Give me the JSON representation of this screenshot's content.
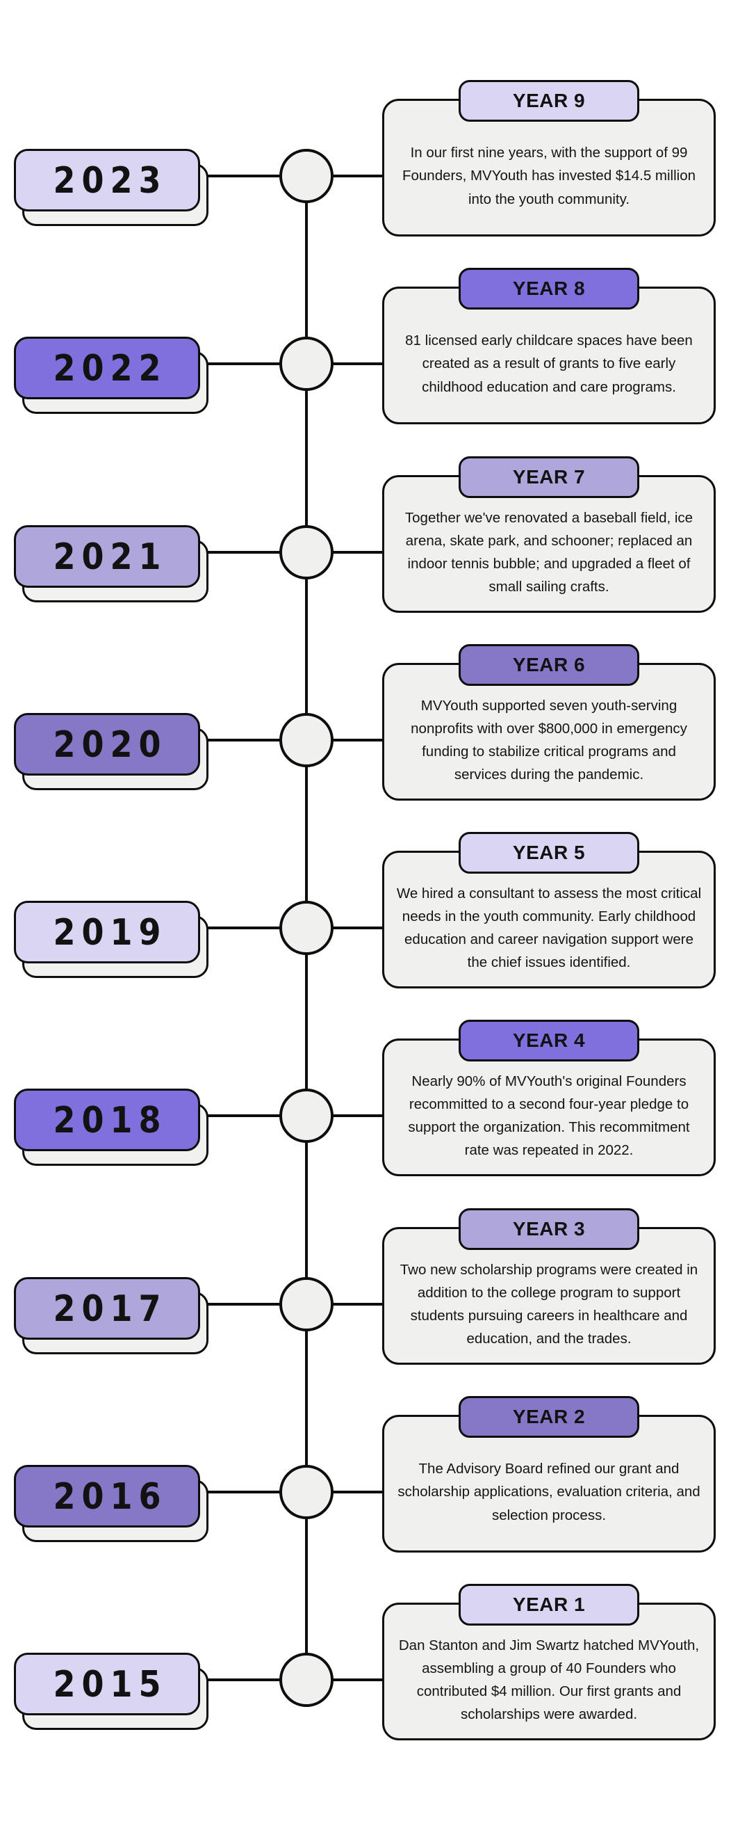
{
  "page": {
    "background": "#ffffff",
    "kind": "vertical-timeline-infographic"
  },
  "palette": {
    "light": "#dbd5f4",
    "bright": "#7f70dd",
    "mid": "#afa7db",
    "dark": "#8678c6",
    "card_bg": "#f0f0ee",
    "node_bg": "#f0f0ee",
    "shadow_bg": "#f1f1ef",
    "outline": "#0d0d0d",
    "text": "#141414"
  },
  "timeline": {
    "rows": [
      {
        "year": "2023",
        "badge": "YEAR 9",
        "tone": "light",
        "description": "In our first nine years, with the support of 99 Founders, MVYouth has invested $14.5 million into the youth community."
      },
      {
        "year": "2022",
        "badge": "YEAR 8",
        "tone": "bright",
        "description": "81 licensed early childcare spaces have been created as a result of grants to five early childhood education and care programs."
      },
      {
        "year": "2021",
        "badge": "YEAR 7",
        "tone": "mid",
        "description": "Together we've renovated a baseball field, ice arena, skate park, and schooner; replaced an indoor tennis bubble; and upgraded a fleet of small sailing crafts."
      },
      {
        "year": "2020",
        "badge": "YEAR 6",
        "tone": "dark",
        "description": "MVYouth supported seven youth-serving nonprofits with over $800,000 in emergency funding to stabilize critical programs and services during the pandemic."
      },
      {
        "year": "2019",
        "badge": "YEAR 5",
        "tone": "light",
        "description": "We hired a consultant to assess the most critical needs in the youth community. Early childhood education and career navigation support were the chief issues identified."
      },
      {
        "year": "2018",
        "badge": "YEAR 4",
        "tone": "bright",
        "description": "Nearly 90% of MVYouth's original Founders recommitted to a second four-year pledge to support the organization. This recommitment rate was repeated in 2022."
      },
      {
        "year": "2017",
        "badge": "YEAR 3",
        "tone": "mid",
        "description": "Two new scholarship programs were created in addition to the college program to support students pursuing careers in healthcare and education, and the trades."
      },
      {
        "year": "2016",
        "badge": "YEAR 2",
        "tone": "dark",
        "description": "The Advisory Board refined our grant and scholarship applications, evaluation criteria, and selection process."
      },
      {
        "year": "2015",
        "badge": "YEAR 1",
        "tone": "light",
        "description": "Dan Stanton and Jim Swartz hatched MVYouth, assembling a group of 40 Founders who contributed $4 million. Our first grants and scholarships were awarded."
      }
    ]
  }
}
